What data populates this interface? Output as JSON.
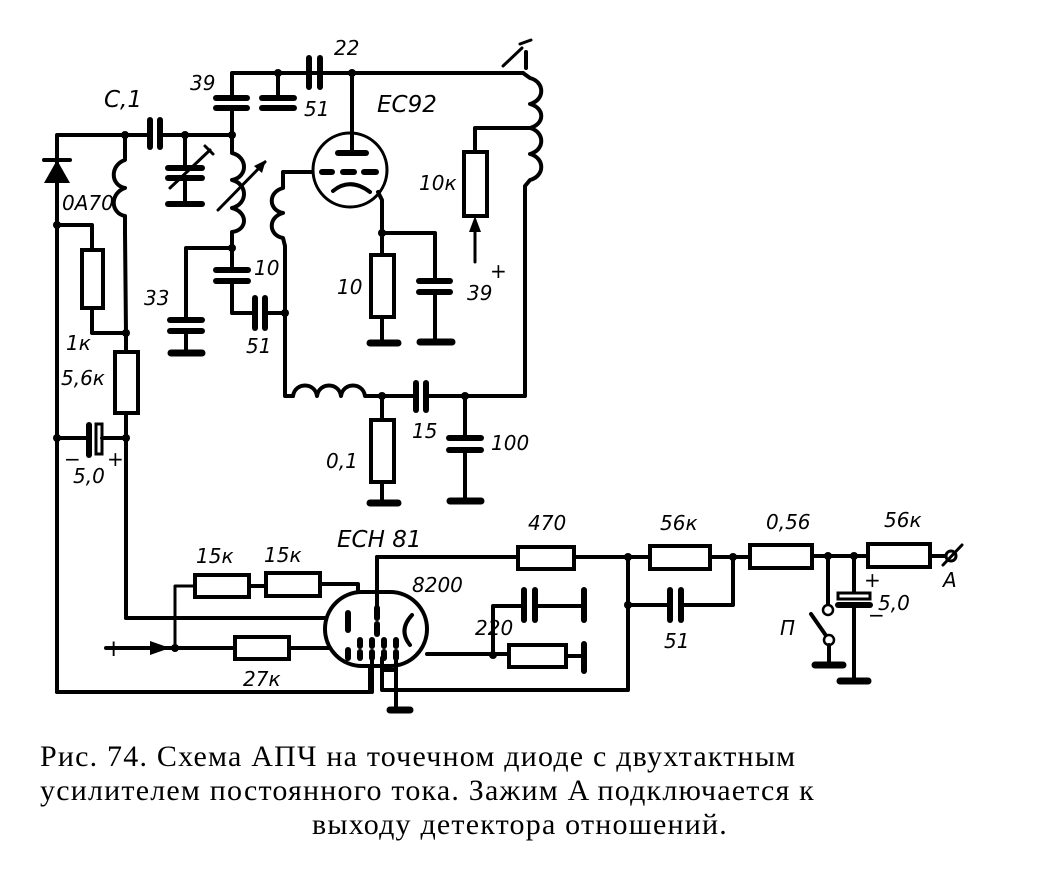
{
  "figure": {
    "tubes": {
      "ec92": "EC92",
      "ech81": "ECH 81"
    },
    "components": {
      "c_input": "C,1",
      "c39_top": "39",
      "c51_top": "51",
      "c22": "22",
      "diode": "0A70",
      "r1k": "1к",
      "r5_6k": "5,6к",
      "c5_0_left": "5,0",
      "c33": "33",
      "c10": "10",
      "c51_mid": "51",
      "r10k": "10к",
      "r10": "10",
      "c39_mid": "39",
      "r0_1": "0,1",
      "c15": "15",
      "c100": "100",
      "r15k_a": "15к",
      "r15k_b": "15к",
      "r27k": "27к",
      "r470": "470",
      "c8200": "8200",
      "r220": "220",
      "r56k_a": "56к",
      "c51_low": "51",
      "r0_56": "0,56",
      "r56k_b": "56к",
      "c5_0_right": "5,0",
      "switch": "П",
      "terminal": "A"
    },
    "polarity": {
      "plus": "+",
      "minus": "−"
    }
  },
  "caption": {
    "line1": "Рис. 74. Схема АПЧ на точечном диоде с двухтактным",
    "line2": "усилителем постоянного тока. Зажим A подключается к",
    "line3": "выходу детектора отношений."
  }
}
